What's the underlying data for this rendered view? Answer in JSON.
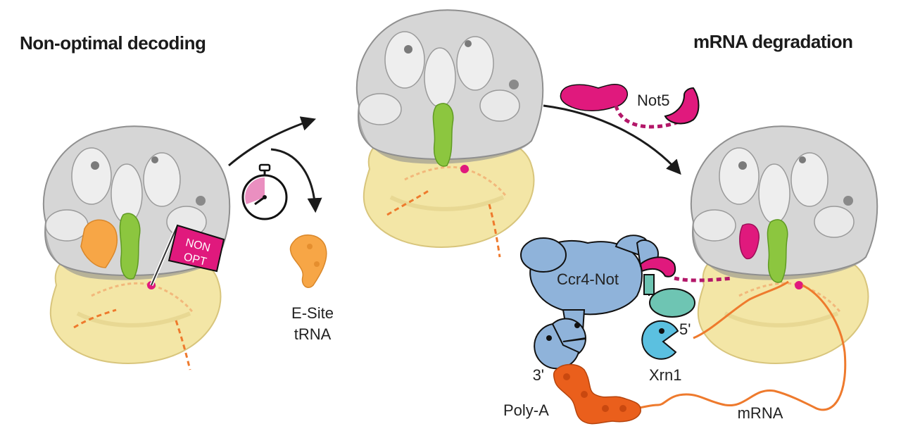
{
  "headings": {
    "left": "Non-optimal decoding",
    "right": "mRNA degradation"
  },
  "flag": {
    "line1": "NON",
    "line2": "OPT"
  },
  "labels": {
    "esite_line1": "E-Site",
    "esite_line2": "tRNA",
    "not5": "Not5",
    "ccr4_not": "Ccr4-Not",
    "three_prime": "3'",
    "five_prime": "5'",
    "xrn1": "Xrn1",
    "poly_a": "Poly-A",
    "mrna": "mRNA"
  },
  "colors": {
    "ribosome_large": "#d6d6d6",
    "ribosome_large_shadow": "#8f8f8f",
    "ribosome_small": "#f3e6a6",
    "ribosome_small_shadow": "#d8c57c",
    "ptrna_green": "#8cc63f",
    "esite_orange": "#f7a646",
    "not5_magenta": "#e0197d",
    "ccr4_blue": "#8fb3da",
    "xrn1_cyan": "#5bc0e0",
    "teal_domain": "#6ec5b3",
    "mrna_orange": "#ee7a2d",
    "polya_orange": "#ea5f1c",
    "arrow": "#1b1b1b"
  },
  "icons": [
    "stopwatch-icon",
    "pacman-exonuclease-icon",
    "flag-icon"
  ]
}
